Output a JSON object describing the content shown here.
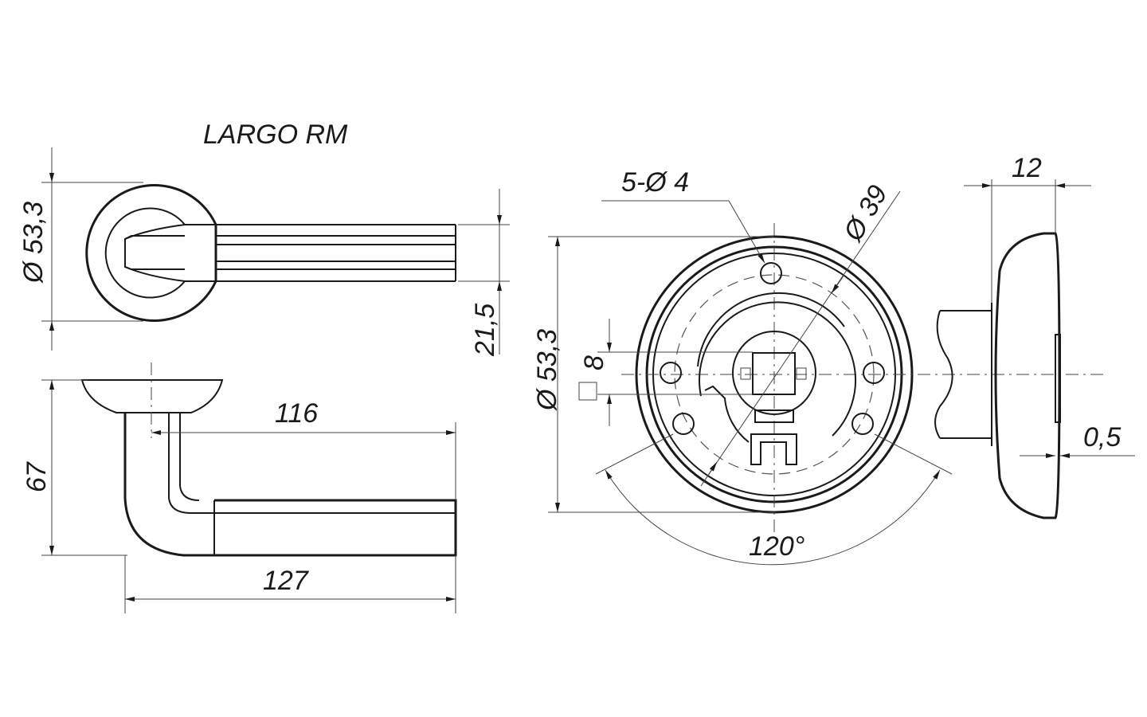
{
  "title": "LARGO RM",
  "dimensions": {
    "rosette_diameter_top": "Ø 53,3",
    "handle_width": "21,5",
    "height": "67",
    "length_inner": "116",
    "length_total": "127",
    "holes": "5-Ø 4",
    "bolt_circle": "Ø 39",
    "rosette_diameter_front": "Ø 53,3",
    "square_spindle": "8",
    "angle": "120°",
    "rosette_depth": "12",
    "gap": "0,5"
  }
}
